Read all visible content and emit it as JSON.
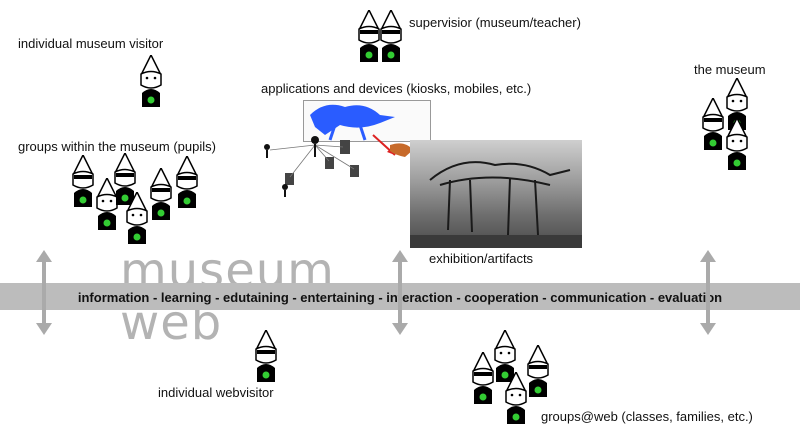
{
  "labels": {
    "individual_visitor": "individual museum visitor",
    "supervisor": "supervisior (museum/teacher)",
    "applications": "applications and devices (kiosks, mobiles, etc.)",
    "the_museum": "the museum",
    "groups_museum": "groups within the museum (pupils)",
    "exhibition": "exhibition/artifacts",
    "individual_web": "individual webvisitor",
    "groups_web": "groups@web  (classes, families, etc.)"
  },
  "big_text": {
    "line1": "museum",
    "line2": "web"
  },
  "band": "information - learning - edutaining - entertaining - interaction - cooperation - communication - evaluation",
  "colors": {
    "band": "#bcbcbc",
    "big_text": "#b3b3b3",
    "figure_dot": "#33cc33",
    "arrow": "#aaaaaa",
    "dino_blue": "#2a5cff"
  }
}
